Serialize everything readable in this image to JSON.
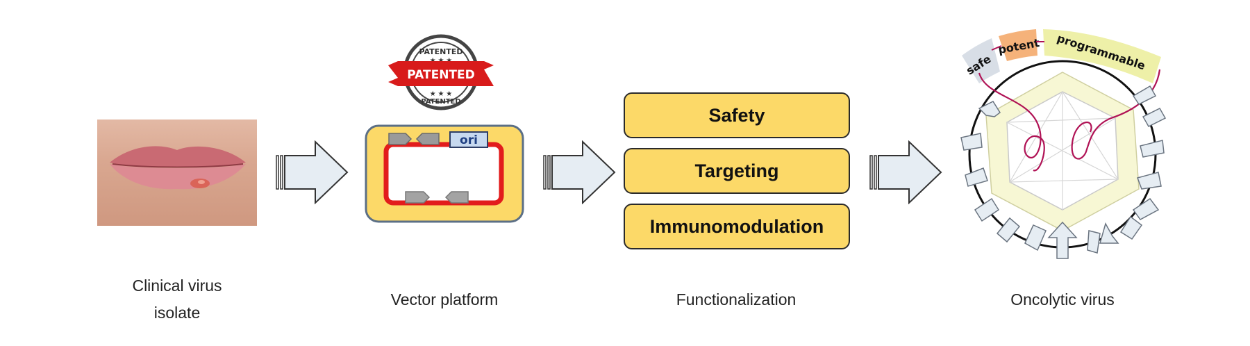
{
  "stages": [
    {
      "caption_line1": "Clinical virus",
      "caption_line2": "isolate"
    },
    {
      "caption": "Vector platform"
    },
    {
      "caption": "Functionalization"
    },
    {
      "caption": "Oncolytic virus"
    }
  ],
  "patent_stamp": {
    "ring_text_top": "PATENTED",
    "ribbon_text": "PATENTED",
    "ring_text_bottom": "PATENTED"
  },
  "vector": {
    "ori_label": "ori"
  },
  "functionalization": [
    "Safety",
    "Targeting",
    "Immunomodulation"
  ],
  "virus_tags": [
    "safe",
    "potent",
    "programmable"
  ],
  "colors": {
    "yellow_box": "#fcd968",
    "plasmid_red": "#e21c1c",
    "arrow_fill": "#e6edf3",
    "ori_blue": "#c7d9ef",
    "tag_safe": "#d8dee6",
    "tag_potent": "#f5b27a",
    "tag_programmable": "#eef0a8",
    "virus_inner": "#f7f7d4",
    "curl_line": "#b01255"
  }
}
